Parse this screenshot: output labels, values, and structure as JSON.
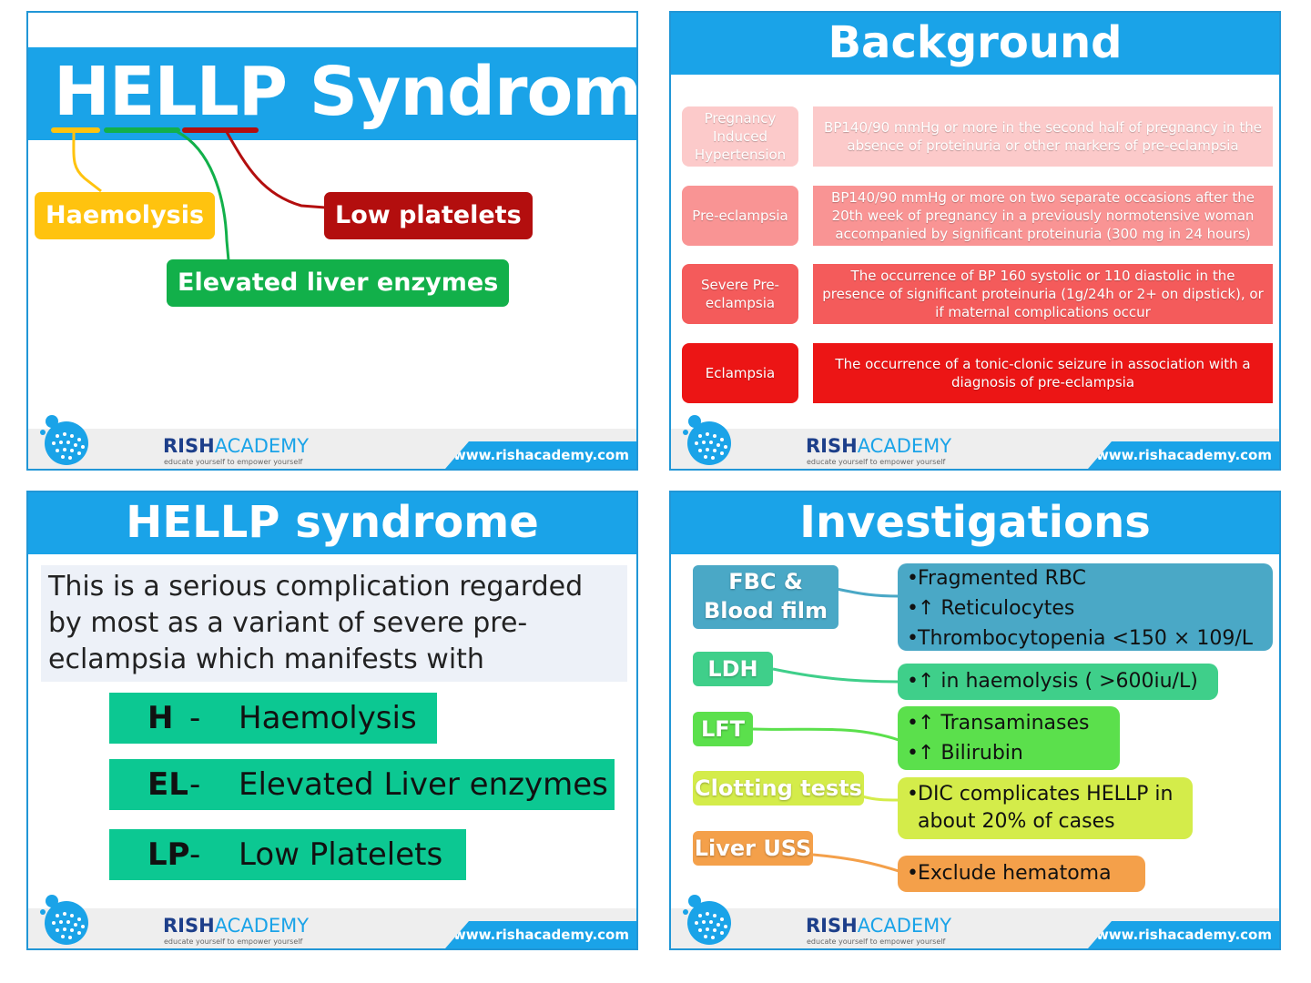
{
  "footer": {
    "brand_bold": "RISH",
    "brand_rest": "ACADEMY",
    "tagline": "educate yourself to empower yourself",
    "url": "www.rishacademy.com"
  },
  "slide1": {
    "title": "HELLP Syndrome",
    "labels": {
      "haemolysis": "Haemolysis",
      "elevated": "Elevated liver enzymes",
      "low_platelets": "Low platelets"
    },
    "colors": {
      "haemolysis": "#ffc30f",
      "elevated": "#12b04a",
      "low_platelets": "#b30e0e"
    }
  },
  "slide2": {
    "title": "Background",
    "rows": [
      {
        "label": "Pregnancy Induced Hypertension",
        "desc": "BP140/90 mmHg or more in the second half of pregnancy in the absence of proteinuria or other markers of pre-eclampsia",
        "label_color": "#fccaca",
        "desc_color": "#fccaca"
      },
      {
        "label": "Pre-eclampsia",
        "desc": "BP140/90 mmHg or more on two separate occasions after the 20th week of pregnancy in a previously normotensive woman accompanied by significant proteinuria (300 mg in 24 hours)",
        "label_color": "#f99494",
        "desc_color": "#f99494"
      },
      {
        "label": "Severe Pre-eclampsia",
        "desc": "The occurrence of BP  160 systolic or  110 diastolic in the presence of significant proteinuria (1g/24h or  2+ on dipstick), or if maternal complications occur",
        "label_color": "#f45b5b",
        "desc_color": "#f45b5b"
      },
      {
        "label": "Eclampsia",
        "desc": "The occurrence of a tonic-clonic seizure in association with a diagnosis of pre-eclampsia",
        "label_color": "#ec1515",
        "desc_color": "#ec1515"
      }
    ]
  },
  "slide3": {
    "title": "HELLP syndrome",
    "intro": "This is a serious complication regarded by most as a variant of severe pre-eclampsia which manifests with",
    "items": [
      {
        "key": "H",
        "dash": "-",
        "value": "Haemolysis"
      },
      {
        "key": "EL",
        "dash": "-",
        "value": "Elevated Liver enzymes"
      },
      {
        "key": "LP",
        "dash": "-",
        "value": "Low Platelets"
      }
    ]
  },
  "slide4": {
    "title": "Investigations",
    "tests": [
      {
        "name": "FBC &\nBlood film",
        "results": [
          "Fragmented RBC",
          "↑ Reticulocytes",
          "Thrombocytopenia <150 × 109/L"
        ],
        "color": "#4aa8c6"
      },
      {
        "name": "LDH",
        "results": [
          "↑ in haemolysis ( >600iu/L)"
        ],
        "color": "#3fcf8a"
      },
      {
        "name": "LFT",
        "results": [
          "↑ Transaminases",
          "↑ Bilirubin"
        ],
        "color": "#5be04c"
      },
      {
        "name": "Clotting tests",
        "results": [
          "DIC complicates HELLP in about 20% of cases"
        ],
        "color": "#d4ec4a"
      },
      {
        "name": "Liver USS",
        "results": [
          "Exclude hematoma"
        ],
        "color": "#f4a04a"
      }
    ]
  }
}
